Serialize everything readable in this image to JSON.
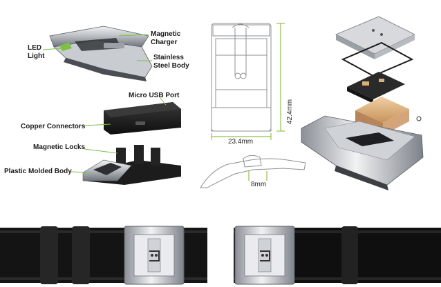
{
  "labels": {
    "led_light": [
      "LED",
      "Light"
    ],
    "magnetic_charger": [
      "Magnetic",
      "Charger"
    ],
    "stainless_steel_body": [
      "Stainless",
      "Steel Body"
    ],
    "micro_usb_port": "Micro USB Port",
    "copper_connectors": "Copper Connectors",
    "magnetic_locks": "Magnetic Locks",
    "plastic_molded_body": "Plastic Molded Body"
  },
  "dimensions": {
    "height": "42.4mm",
    "width": "23.4mm",
    "thickness": "8mm"
  },
  "colors": {
    "leader_line": "#7cc242",
    "dimension_line": "#8fc24a",
    "metal_light": "#e4e6e8",
    "metal_dark": "#6e737a",
    "black_part": "#1b1b1b",
    "pcb": "#2a2a2a",
    "copper_pad": "#d9b07a",
    "leather": "#121212"
  }
}
